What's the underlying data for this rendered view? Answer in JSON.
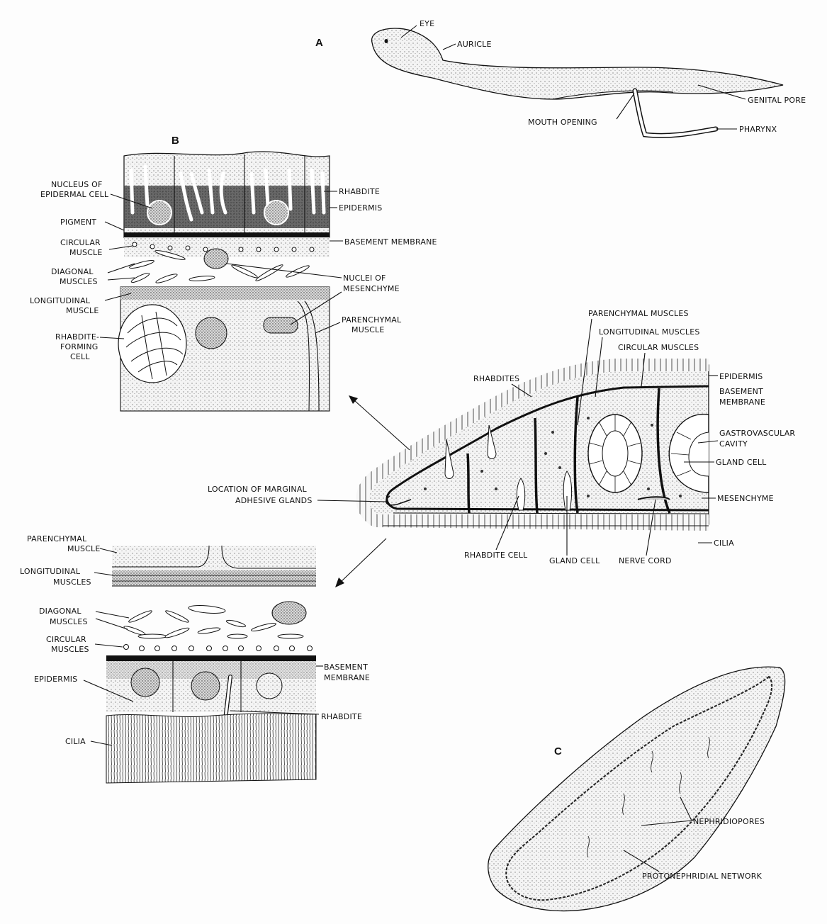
{
  "panels": {
    "a": "A",
    "b": "B",
    "c": "C"
  },
  "panel_a": {
    "eye": "EYE",
    "auricle": "AURICLE",
    "genital_pore": "GENITAL PORE",
    "mouth_opening": "MOUTH OPENING",
    "pharynx": "PHARYNX"
  },
  "panel_b_upper": {
    "nucleus_l1": "NUCLEUS OF",
    "nucleus_l2": "EPIDERMAL CELL",
    "pigment": "PIGMENT",
    "circular_l1": "CIRCULAR",
    "circular_l2": "MUSCLE",
    "diagonal_l1": "DIAGONAL",
    "diagonal_l2": "MUSCLES",
    "longitudinal_l1": "LONGITUDINAL",
    "longitudinal_l2": "MUSCLE",
    "rhabdite_forming_l1": "RHABDITE-",
    "rhabdite_forming_l2": "FORMING",
    "rhabdite_forming_l3": "CELL",
    "rhabdite": "RHABDITE",
    "epidermis": "EPIDERMIS",
    "basement_membrane": "BASEMENT MEMBRANE",
    "nuclei_l1": "NUCLEI OF",
    "nuclei_l2": "MESENCHYME",
    "parenchymal_l1": "PARENCHYMAL",
    "parenchymal_l2": "MUSCLE"
  },
  "cross_section": {
    "parenchymal_muscles": "PARENCHYMAL MUSCLES",
    "longitudinal_muscles": "LONGITUDINAL MUSCLES",
    "circular_muscles": "CIRCULAR MUSCLES",
    "rhabdites": "RHABDITES",
    "epidermis": "EPIDERMIS",
    "basement_l1": "BASEMENT",
    "basement_l2": "MEMBRANE",
    "gastro_l1": "GASTROVASCULAR",
    "gastro_l2": "CAVITY",
    "gland_cell": "GLAND CELL",
    "mesenchyme": "MESENCHYME",
    "marginal_l1": "LOCATION OF MARGINAL",
    "marginal_l2": "ADHESIVE GLANDS",
    "rhabdite_cell": "RHABDITE CELL",
    "gland_cell_bottom": "GLAND CELL",
    "nerve_cord": "NERVE CORD",
    "cilia": "CILIA"
  },
  "panel_b_lower": {
    "parenchymal_l1": "PARENCHYMAL",
    "parenchymal_l2": "MUSCLE",
    "longitudinal_l1": "LONGITUDINAL",
    "longitudinal_l2": "MUSCLES",
    "diagonal_l1": "DIAGONAL",
    "diagonal_l2": "MUSCLES",
    "circular_l1": "CIRCULAR",
    "circular_l2": "MUSCLES",
    "epidermis": "EPIDERMIS",
    "basement_l1": "BASEMENT",
    "basement_l2": "MEMBRANE",
    "rhabdite": "RHABDITE",
    "cilia": "CILIA"
  },
  "panel_c": {
    "nephridiopores": "NEPHRIDIOPORES",
    "protonephridial": "PROTONEPHRIDIAL NETWORK"
  }
}
